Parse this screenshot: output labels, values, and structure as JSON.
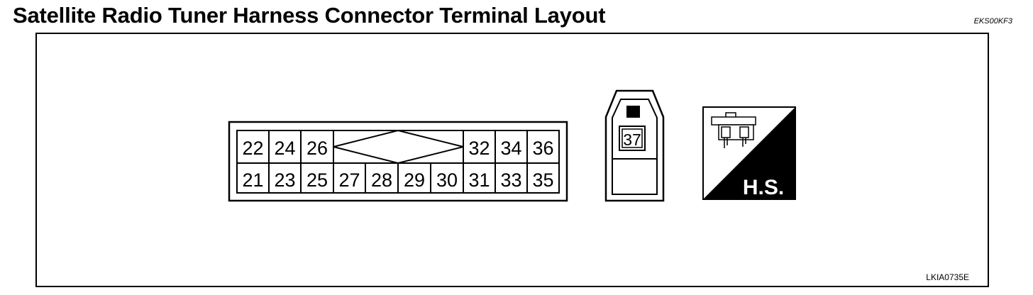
{
  "header": {
    "title": "Satellite Radio Tuner Harness Connector Terminal Layout",
    "doc_code": "EKS00KF3"
  },
  "figure": {
    "code": "LKIA0735E"
  },
  "connector_main": {
    "top_row": [
      {
        "pin": "22"
      },
      {
        "pin": "24"
      },
      {
        "pin": "26"
      },
      {
        "pin": "32"
      },
      {
        "pin": "34"
      },
      {
        "pin": "36"
      }
    ],
    "bottom_row": [
      {
        "pin": "21"
      },
      {
        "pin": "23"
      },
      {
        "pin": "25"
      },
      {
        "pin": "27"
      },
      {
        "pin": "28"
      },
      {
        "pin": "29"
      },
      {
        "pin": "30"
      },
      {
        "pin": "31"
      },
      {
        "pin": "33"
      },
      {
        "pin": "35"
      }
    ]
  },
  "connector_antenna": {
    "pin": "37"
  },
  "hs_symbol": {
    "label": "H.S."
  }
}
